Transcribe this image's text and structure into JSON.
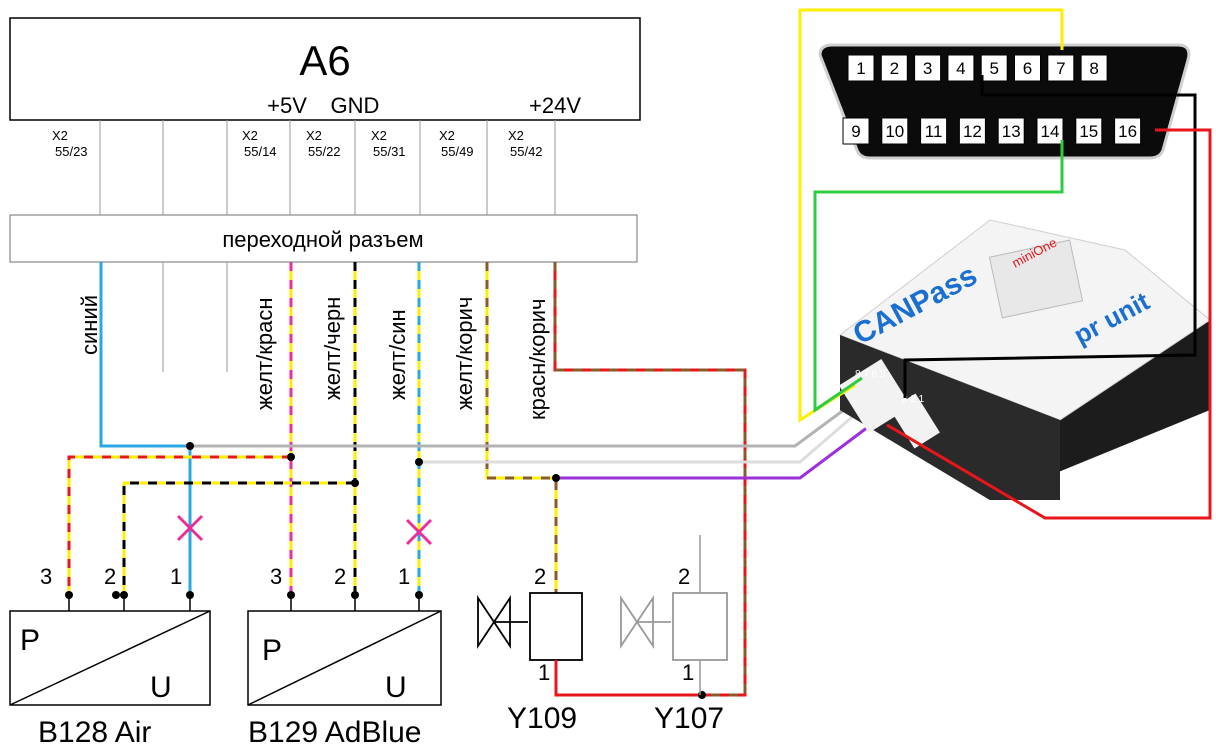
{
  "module": {
    "title": "A6",
    "plus5v": "+5V",
    "gnd": "GND",
    "plus24v": "+24V",
    "pins": [
      {
        "conn": "X2",
        "num": "55/23"
      },
      {
        "conn": "X2",
        "num": "55/14"
      },
      {
        "conn": "X2",
        "num": "55/22"
      },
      {
        "conn": "X2",
        "num": "55/31"
      },
      {
        "conn": "X2",
        "num": "55/49"
      },
      {
        "conn": "X2",
        "num": "55/42"
      }
    ]
  },
  "adapter": {
    "label": "переходной разъем"
  },
  "wires": {
    "blue": "синий",
    "yellow_red": "желт/красн",
    "yellow_black": "желт/черн",
    "yellow_blue": "желт/син",
    "yellow_brown": "желт/корич",
    "red_brown": "красн/корич"
  },
  "sensors": [
    {
      "name": "B128 Air",
      "p": "P",
      "u": "U",
      "pins": [
        "3",
        "2",
        "1"
      ]
    },
    {
      "name": "B129 AdBlue",
      "p": "P",
      "u": "U",
      "pins": [
        "3",
        "2",
        "1"
      ]
    }
  ],
  "valves": [
    {
      "name": "Y109",
      "pin_top": "2",
      "pin_bottom": "1"
    },
    {
      "name": "Y107",
      "pin_top": "2",
      "pin_bottom": "1"
    }
  ],
  "obd": {
    "pins_top": [
      "1",
      "2",
      "3",
      "4",
      "5",
      "6",
      "7",
      "8"
    ],
    "pins_bottom": [
      "9",
      "10",
      "11",
      "12",
      "13",
      "14",
      "15",
      "16"
    ]
  },
  "device": {
    "brand": "CANPass",
    "model": "miniOne",
    "maker": "pr unit",
    "port_left": "8 7 6 5",
    "port_right": "3 2 1"
  },
  "colors": {
    "blue": "#29a8e0",
    "yellow": "#ffee00",
    "red": "#e8161b",
    "green": "#2ecc40",
    "purple": "#9b30d9",
    "magenta": "#ec2e9a",
    "brown": "#8b5a2b",
    "gray": "#b3b3b3"
  }
}
